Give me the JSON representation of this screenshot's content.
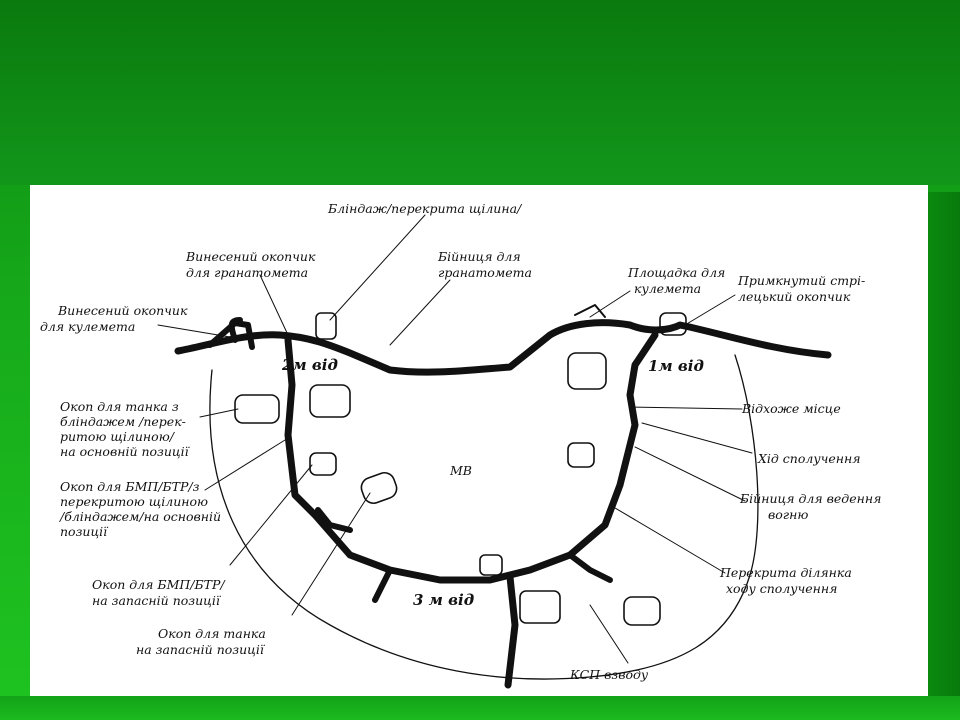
{
  "labels": {
    "blindazh": "Бліндаж/перекрита щілина/",
    "vynesenyi_hranatomet_1": "Винесений окопчик",
    "vynesenyi_hranatomet_2": "для гранатомета",
    "biinytsia_hranatomet_1": "Бійниця для",
    "biinytsia_hranatomet_2": "гранатомета",
    "ploshchadka_1": "Площадка для",
    "ploshchadka_2": "кулемета",
    "prymknutyi_1": "Примкнутий стрі-",
    "prymknutyi_2": "лецький окопчик",
    "vynesenyi_kulemet_1": "Винесений окопчик",
    "vynesenyi_kulemet_2": "для кулемета",
    "vid2": "2м від",
    "vid1": "1м від",
    "vid3": "3 м від",
    "mv": "МВ",
    "okop_tank_bl_1": "Окоп для танка з",
    "okop_tank_bl_2": "бліндажем /перек-",
    "okop_tank_bl_3": "ритою щілиною/",
    "okop_tank_bl_4": "на основній позиції",
    "okop_bmp_osn_1": "Окоп для БМП/БТР/з",
    "okop_bmp_osn_2": "перекритою щілиною",
    "okop_bmp_osn_3": "/бліндажем/на основній",
    "okop_bmp_osn_4": "позиції",
    "okop_bmp_zap_1": "Окоп для БМП/БТР/",
    "okop_bmp_zap_2": "на запасній позиції",
    "okop_tank_zap_1": "Окоп для танка",
    "okop_tank_zap_2": "на запасній позиції",
    "vidkhozhe": "Відхоже місце",
    "khid": "Хід сполучення",
    "biinytsia_vohon_1": "Бійниця для ведення",
    "biinytsia_vohon_2": "вогню",
    "perekryta_1": "Перекрита ділянка",
    "perekryta_2": "ходу сполучення",
    "ksp": "КСП взводу"
  }
}
